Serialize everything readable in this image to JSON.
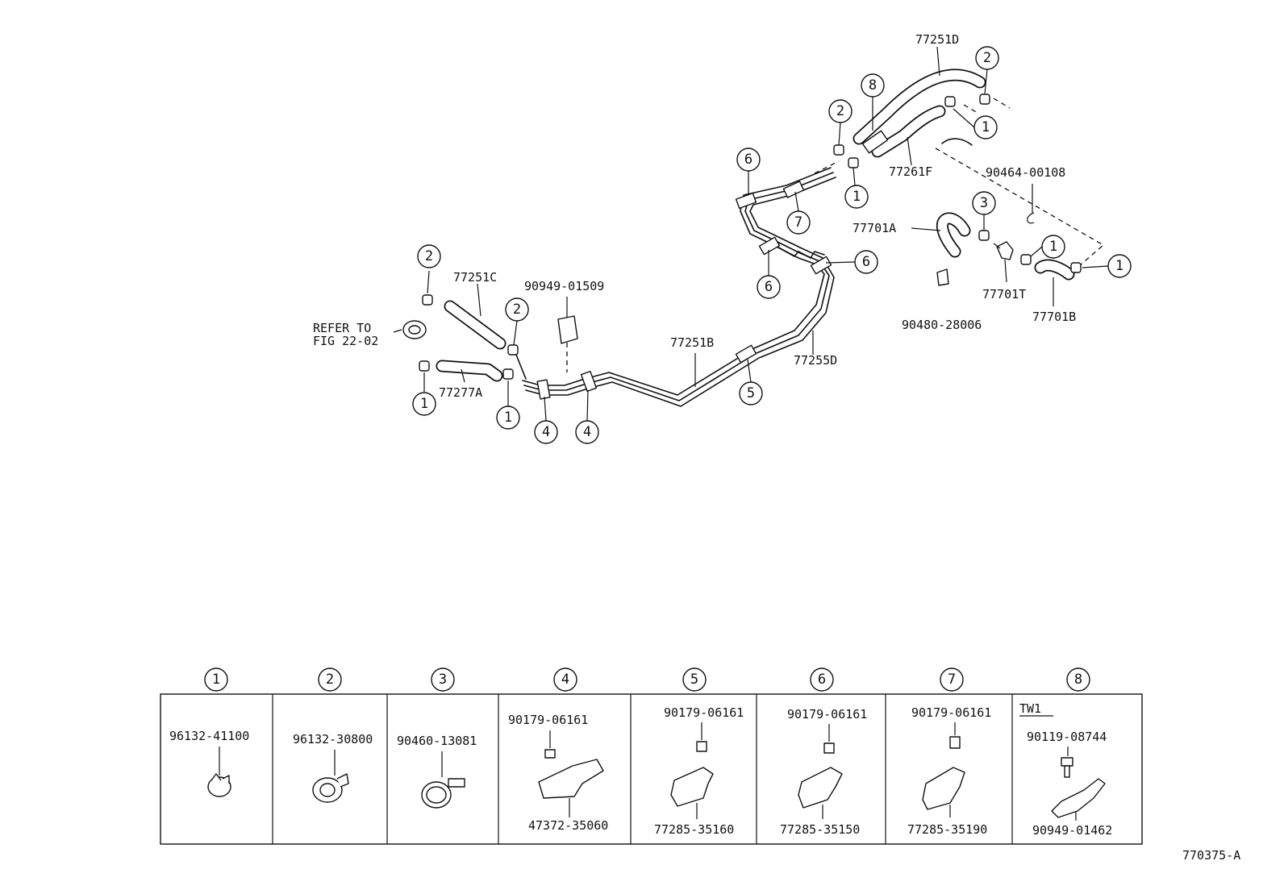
{
  "figure_id": "770375-A",
  "reference_note": [
    "REFER TO",
    "FIG 22-02"
  ],
  "callouts": [
    "1",
    "2",
    "3",
    "4",
    "5",
    "6",
    "7",
    "8"
  ],
  "diagram_labels": {
    "p77251D": "77251D",
    "p77261F": "77261F",
    "p90464": "90464-00108",
    "p77701A": "77701A",
    "p77701T": "77701T",
    "p77701B": "77701B",
    "p90480": "90480-28006",
    "p77251C": "77251C",
    "p90949_01509": "90949-01509",
    "p77251B": "77251B",
    "p77255D": "77255D",
    "p77277A": "77277A"
  },
  "legend": [
    {
      "num": "1",
      "parts": [
        "96132-41100"
      ]
    },
    {
      "num": "2",
      "parts": [
        "96132-30800"
      ]
    },
    {
      "num": "3",
      "parts": [
        "90460-13081"
      ]
    },
    {
      "num": "4",
      "parts": [
        "90179-06161",
        "47372-35060"
      ]
    },
    {
      "num": "5",
      "parts": [
        "90179-06161",
        "77285-35160"
      ]
    },
    {
      "num": "6",
      "parts": [
        "90179-06161",
        "77285-35150"
      ]
    },
    {
      "num": "7",
      "parts": [
        "90179-06161",
        "77285-35190"
      ]
    },
    {
      "num": "8",
      "tag": "TW1",
      "parts": [
        "90119-08744",
        "90949-01462"
      ]
    }
  ]
}
